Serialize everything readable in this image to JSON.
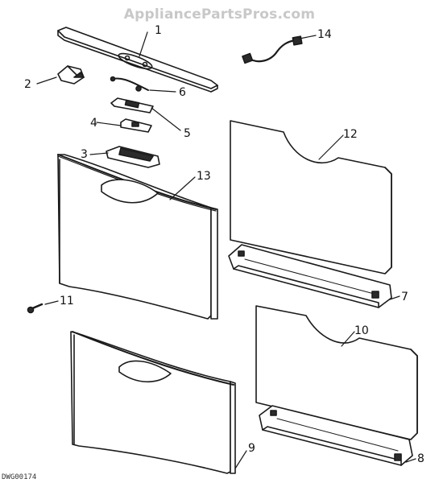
{
  "watermark": "AppliancePartsPros.com",
  "drawing_id": "DWG00174",
  "callouts": {
    "c1": "1",
    "c2": "2",
    "c3": "3",
    "c4": "4",
    "c5": "5",
    "c6": "6",
    "c7": "7",
    "c8": "8",
    "c9": "9",
    "c10": "10",
    "c11": "11",
    "c12": "12",
    "c13": "13",
    "c14": "14"
  },
  "colors": {
    "line": "#1a1a1a",
    "shade": "#2b2b2b",
    "watermark": "#c8c8c8"
  }
}
